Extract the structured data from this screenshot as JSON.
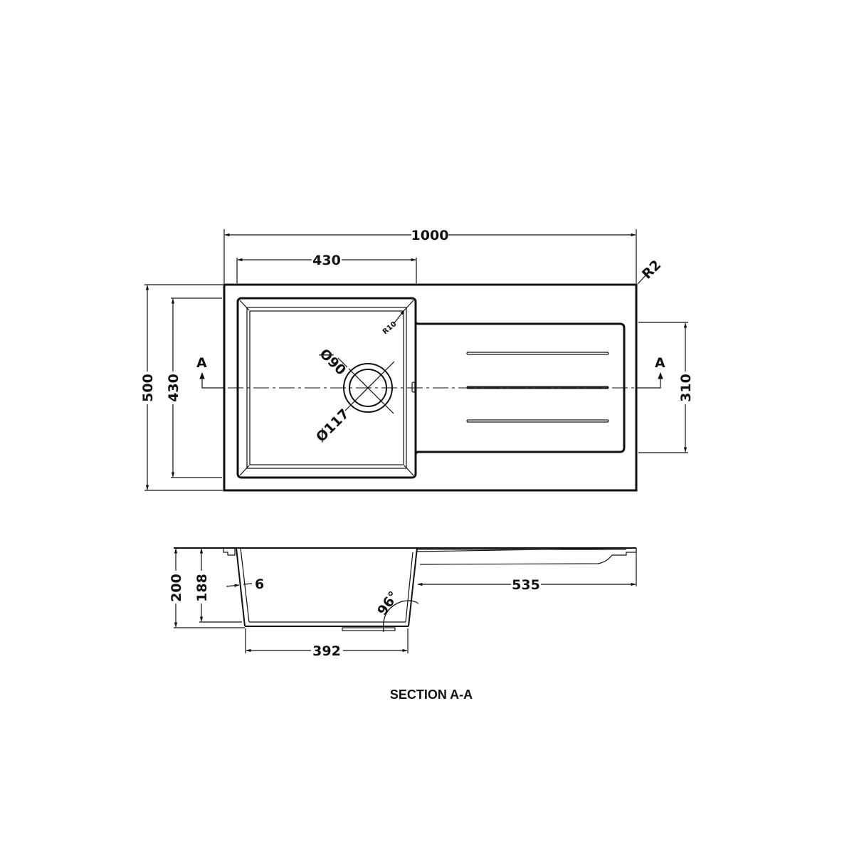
{
  "drawing": {
    "title": "SECTION A-A",
    "colors": {
      "line": "#111111",
      "background": "#ffffff"
    },
    "plan_view": {
      "overall_width": "1000",
      "bowl_width": "430",
      "corner_radius_outer": "R2",
      "corner_radius_bowl": "R10",
      "overall_depth": "500",
      "bowl_depth": "430",
      "drainer_depth": "310",
      "waste_inner_diameter": "Ø90",
      "waste_outer_diameter": "Ø117",
      "section_marker_left": "A",
      "section_marker_right": "A"
    },
    "section_view": {
      "total_height": "200",
      "bowl_depth": "188",
      "wall_thickness": "6",
      "wall_angle": "96°",
      "base_width": "392",
      "drainer_length": "535"
    }
  }
}
